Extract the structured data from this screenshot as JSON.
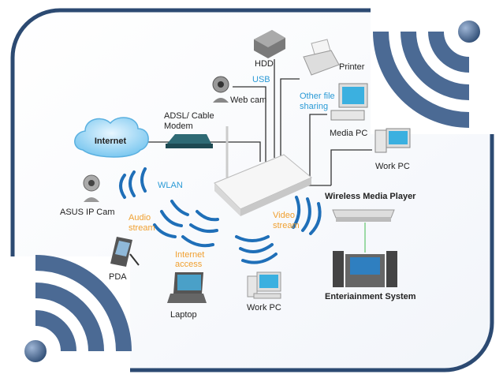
{
  "diagram": {
    "labels": {
      "internet": "Internet",
      "modem_line1": "ADSL/ Cable",
      "modem_line2": "Modem",
      "hdd": "HDD",
      "usb": "USB",
      "webcam": "Web cam",
      "printer": "Printer",
      "other_line1": "Other file",
      "other_line2": "sharing",
      "media_pc": "Media PC",
      "work_pc_right": "Work PC",
      "wlan": "WLAN",
      "ip_cam": "ASUS IP Cam",
      "audio_line1": "Audio",
      "audio_line2": "stream",
      "video_line1": "Video",
      "video_line2": "stream",
      "wireless_media_player": "Wireless Media Player",
      "entertainment": "Enteriainment System",
      "pda": "PDA",
      "internet_access_line1": "Internet",
      "internet_access_line2": "access",
      "laptop": "Laptop",
      "work_pc_bottom": "Work PC"
    },
    "colors": {
      "frame": "#2c4a72",
      "wifi_decor": "#4b6a94",
      "wave": "#1f6fb8",
      "accent_blue": "#2a9ad6",
      "accent_orange": "#f0a030"
    }
  }
}
